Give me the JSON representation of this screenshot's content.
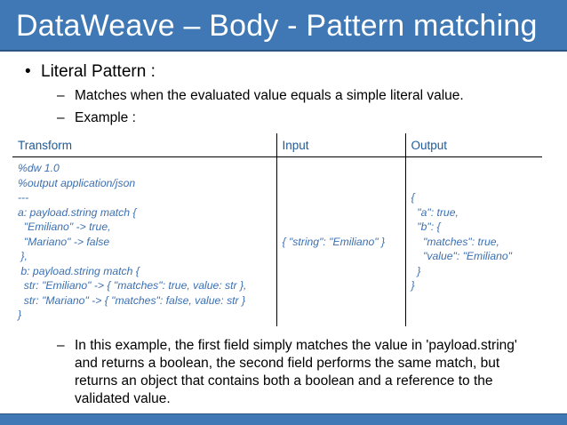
{
  "title": "DataWeave – Body - Pattern matching",
  "bullet": {
    "marker": "•",
    "text": "Literal Pattern :"
  },
  "subbullets": [
    {
      "marker": "–",
      "text": "Matches when the evaluated value equals a simple literal value."
    },
    {
      "marker": "–",
      "text": "Example :"
    }
  ],
  "table": {
    "headers": [
      "Transform",
      "Input",
      "Output"
    ],
    "transform": "%dw 1.0\n%output application/json\n---\na: payload.string match {\n  \"Emiliano\" -> true,\n  \"Mariano\" -> false\n },\n b: payload.string match {\n  str: \"Emiliano\" -> { \"matches\": true, value: str },\n  str: \"Mariano\" -> { \"matches\": false, value: str }\n}",
    "input": "{ \"string\": \"Emiliano\" }",
    "output": "{\n  \"a\": true,\n  \"b\": {\n    \"matches\": true,\n    \"value\": \"Emiliano\"\n  }\n}"
  },
  "explanation": {
    "marker": "–",
    "text": "In this example, the first field simply matches the value in 'payload.string' and returns a boolean, the second field performs the same match, but returns an object that contains both a boolean and a reference to the validated value."
  },
  "colors": {
    "title_bar": "#3f78b4",
    "header_text": "#1f5a96",
    "code_text": "#3b6fb1"
  }
}
